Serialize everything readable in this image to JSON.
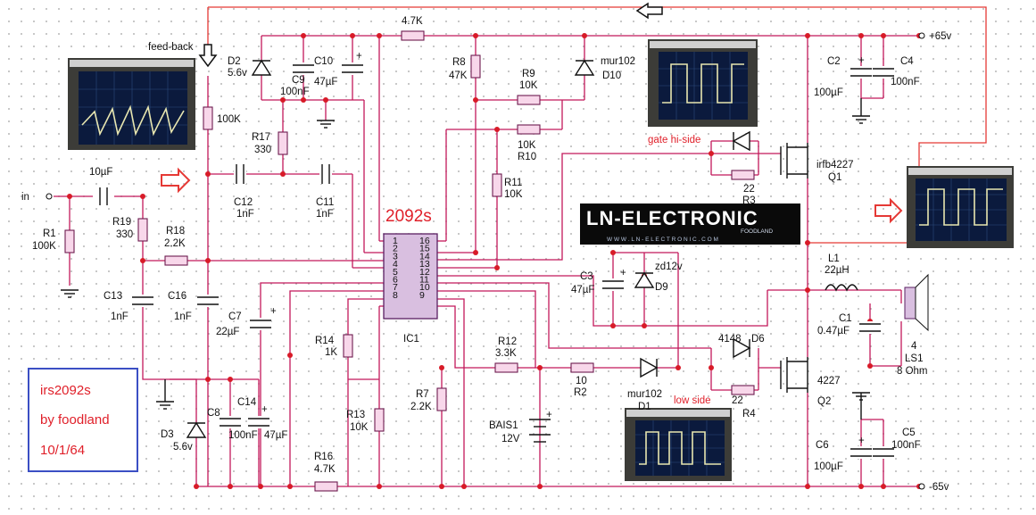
{
  "ic": {
    "name": "2092s",
    "ref": "IC1"
  },
  "ic_pins_left": [
    "1",
    "2",
    "3",
    "4",
    "5",
    "6",
    "7",
    "8"
  ],
  "ic_pins_right": [
    "16",
    "15",
    "14",
    "13",
    "12",
    "11",
    "10",
    "9"
  ],
  "labels": {
    "feedback": "feed-back",
    "in": "in",
    "gate_hi": "gate hi-side",
    "low_side": "low side",
    "vplus": "+65v",
    "vminus": "-65v"
  },
  "logo": {
    "main": "LN-ELECTRONIC",
    "sub": "FOODLAND",
    "url": "W W W . L N - E L E C T R O N I C . C O M"
  },
  "credits": {
    "line1": "irs2092s",
    "line2": "by foodland",
    "line3": "10/1/64"
  },
  "components": {
    "r_top": {
      "ref": "4.7K"
    },
    "d2": {
      "ref": "D2",
      "value": "5.6v"
    },
    "c9": {
      "ref": "C9",
      "value": "100nF"
    },
    "c10": {
      "ref": "C10",
      "value": "47µF"
    },
    "r8": {
      "ref": "R8",
      "value": "47K"
    },
    "r9": {
      "ref": "R9",
      "value": "10K"
    },
    "d10": {
      "ref": "D10",
      "value": "mur102"
    },
    "r10": {
      "ref": "R10",
      "value": "10K"
    },
    "r11": {
      "ref": "R11",
      "value": "10K"
    },
    "r17": {
      "ref": "R17",
      "value": "330"
    },
    "r100k": {
      "value": "100K"
    },
    "c_in": {
      "value": "10µF"
    },
    "c12": {
      "ref": "C12",
      "value": "1nF"
    },
    "c11": {
      "ref": "C11",
      "value": "1nF"
    },
    "r1": {
      "ref": "R1",
      "value": "100K"
    },
    "r19": {
      "ref": "R19",
      "value": "330"
    },
    "r18": {
      "ref": "R18",
      "value": "2.2K"
    },
    "c13": {
      "ref": "C13",
      "value": "1nF"
    },
    "c16": {
      "ref": "C16",
      "value": "1nF"
    },
    "c7": {
      "ref": "C7",
      "value": "22µF"
    },
    "r14": {
      "ref": "R14",
      "value": "1K"
    },
    "r13": {
      "ref": "R13",
      "value": "10K"
    },
    "r16": {
      "ref": "R16",
      "value": "4.7K"
    },
    "r7": {
      "ref": "R7",
      "value": "2.2K"
    },
    "r12": {
      "ref": "R12",
      "value": "3.3K"
    },
    "bais1": {
      "ref": "BAIS1",
      "value": "12V"
    },
    "r2": {
      "ref": "R2",
      "value": "10"
    },
    "d1": {
      "ref": "D1",
      "value": "mur102"
    },
    "c3": {
      "ref": "C3",
      "value": "47µF"
    },
    "d9": {
      "ref": "D9",
      "value": "zd12v"
    },
    "r3": {
      "ref": "R3",
      "value": "22"
    },
    "q1": {
      "ref": "Q1",
      "value": "irfb4227"
    },
    "d6": {
      "ref": "D6",
      "value": "4148"
    },
    "r4": {
      "ref": "R4",
      "value": "22"
    },
    "q2": {
      "ref": "Q2",
      "value": "4227"
    },
    "l1": {
      "ref": "L1",
      "value": "22µH"
    },
    "c1": {
      "ref": "C1",
      "value": "0.47µF"
    },
    "ls1": {
      "ref": "LS1",
      "value": "8 Ohm",
      "pin": "4"
    },
    "c2": {
      "ref": "C2",
      "value": "100µF"
    },
    "c4": {
      "ref": "C4",
      "value": "100nF"
    },
    "c6": {
      "ref": "C6",
      "value": "100µF"
    },
    "c5": {
      "ref": "C5",
      "value": "100nF"
    },
    "d3": {
      "ref": "D3",
      "value": "5.6v"
    },
    "c8": {
      "ref": "C8",
      "value": "100nF"
    },
    "c14": {
      "ref": "C14",
      "value": "47µF"
    }
  },
  "colors": {
    "wire": "#c2185b",
    "node": "#d81b28",
    "annotation": "#e0202a",
    "credit_border": "#3b4fc4"
  }
}
